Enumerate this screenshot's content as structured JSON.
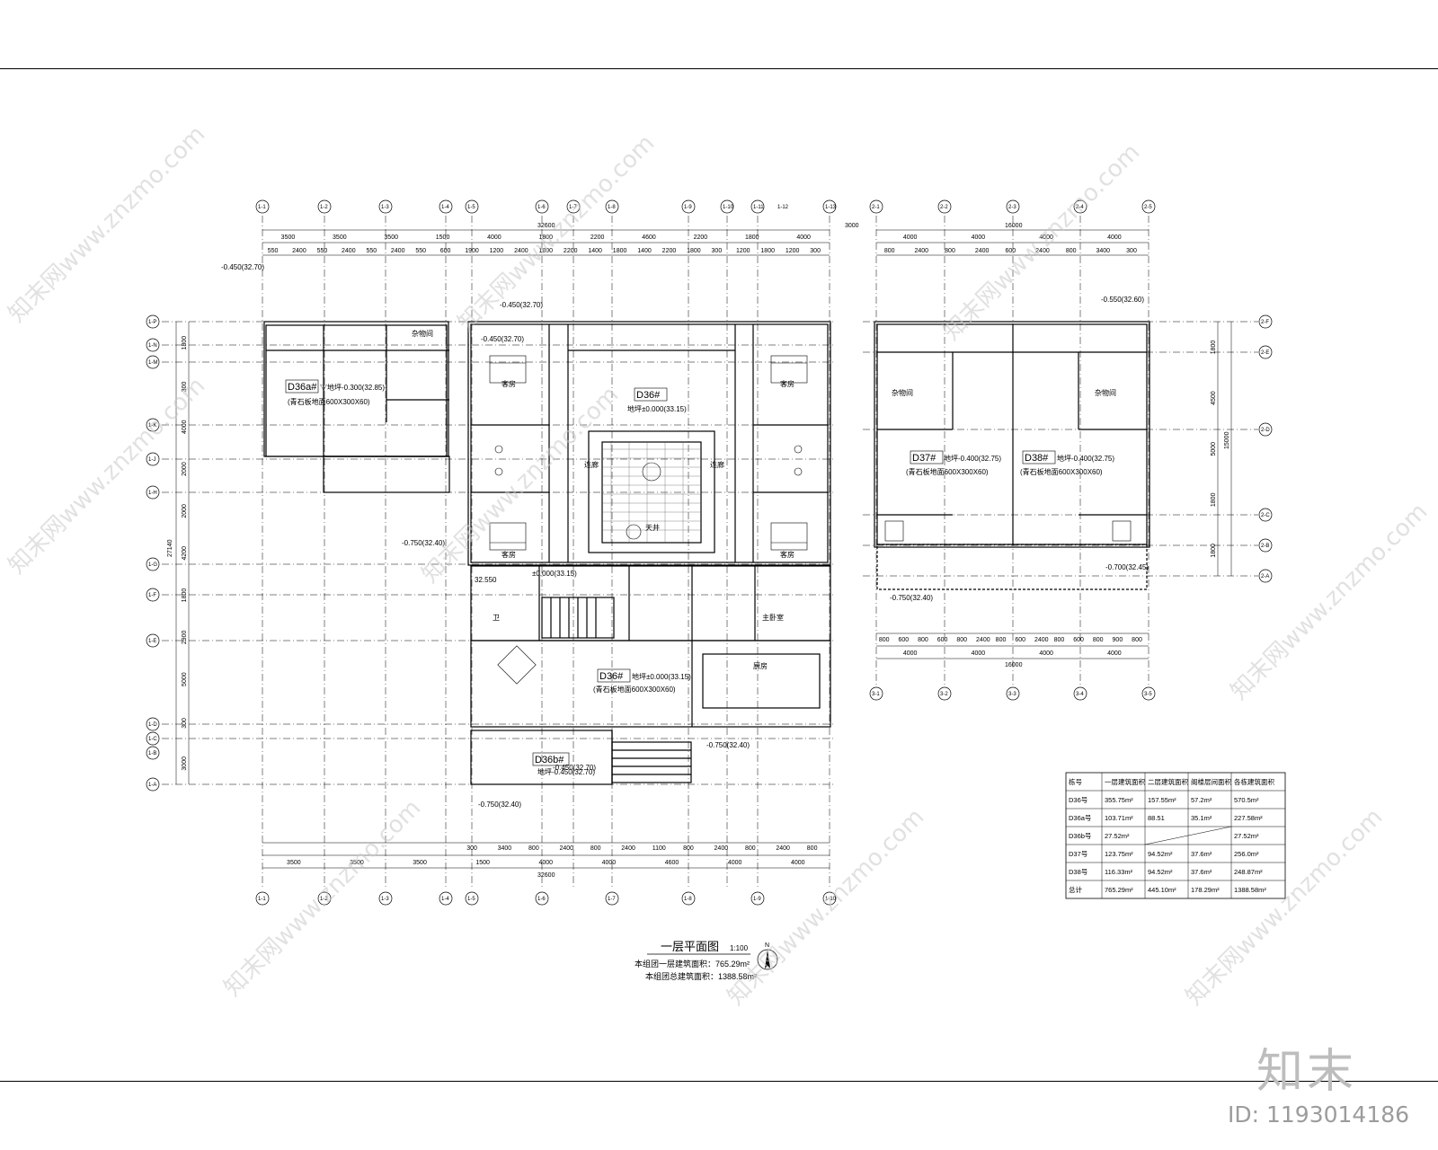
{
  "drawing": {
    "units": {
      "d36a": {
        "tag": "D36a#",
        "floor_level": "▽地坪-0.300(32.85)",
        "floor_finish": "(青石板地面600X300X60)"
      },
      "d36_upper": {
        "tag": "D36#",
        "floor_level": "地坪±0.000(33.15)"
      },
      "d36_lower": {
        "tag": "D36#",
        "floor_level": "地坪±0.000(33.15)",
        "floor_finish": "(青石板地面600X300X60)"
      },
      "d36b": {
        "tag": "D36b#",
        "floor_level": "地坪-0.450(32.70)"
      },
      "d37": {
        "tag": "D37#",
        "floor_level": "地坪-0.400(32.75)",
        "floor_finish": "(青石板地面600X300X60)"
      },
      "d38": {
        "tag": "D38#",
        "floor_level": "地坪-0.400(32.75)",
        "floor_finish": "(青石板地面600X300X60)"
      }
    },
    "rooms": {
      "guest": "客房",
      "storage": "杂物间",
      "master": "主卧室",
      "bath": "卫",
      "courtyard": "天井",
      "kitchen": "厨房",
      "corridor": "连廊"
    },
    "levels": {
      "l1": "-0.450(32.70)",
      "l2": "-0.450(32.70)",
      "l3": "-0.450(32.70)",
      "l4": "±0.000(33.15)",
      "l5": "-0.750(32.40)",
      "l6": "-0.750(32.40)",
      "l7": "-0.750(32.40)",
      "l8": "-0.550(32.60)",
      "l9": "-0.700(32.45)",
      "l10": "-0.750(32.40)",
      "l11": "-0.450(32.70)",
      "l12": "32.550"
    },
    "top_dims_left": [
      "3500",
      "3500",
      "3500",
      "1500",
      "4000",
      "1800",
      "2200",
      "4600",
      "2200",
      "1800",
      "4000"
    ],
    "top_total_left": "32600",
    "gap_dim": "3000",
    "top_dims_right": [
      "4000",
      "4000",
      "4000",
      "4000"
    ],
    "top_total_right": "16000",
    "sub_dims_left": [
      "550",
      "2400",
      "550",
      "2400",
      "550",
      "2400",
      "550",
      "600",
      "1900",
      "1200",
      "2400",
      "1800",
      "2200",
      "1400",
      "1800",
      "1400",
      "2200",
      "1800",
      "300",
      "1200",
      "1800",
      "1200",
      "300"
    ],
    "sub_dims_right": [
      "800",
      "2400",
      "800",
      "2400",
      "600",
      "2400",
      "800",
      "3400",
      "300"
    ],
    "bottom_dims_left": [
      "3500",
      "3500",
      "3500",
      "1500",
      "4000",
      "4000",
      "4600",
      "4000",
      "4000"
    ],
    "bottom_total_left": "32600",
    "bottom_sub_left": [
      "300",
      "3400",
      "800",
      "2400",
      "800",
      "2400",
      "1100",
      "800",
      "2400",
      "800",
      "2400",
      "800"
    ],
    "right_bottom_dims": [
      "4000",
      "4000",
      "4000",
      "4000"
    ],
    "right_bottom_total": "16000",
    "right_bottom_sub": [
      "800",
      "600",
      "800",
      "600",
      "800",
      "2400",
      "800",
      "600",
      "2400",
      "800",
      "600",
      "800",
      "900",
      "800"
    ],
    "left_vert_dims": [
      "1800",
      "300",
      "4000",
      "2000",
      "2000",
      "4200",
      "1800",
      "2900",
      "5000",
      "300",
      "3000"
    ],
    "left_vert_total": "27140",
    "right_vert_dims": [
      "1800",
      "4500",
      "5000",
      "1800",
      "1800"
    ],
    "right_vert_total": "15000",
    "axes_left_top": [
      "1-1",
      "1-2",
      "1-3",
      "1-4",
      "1-5",
      "1-6",
      "1-7",
      "1-8",
      "1-9",
      "1-10",
      "1-11",
      "1-12",
      "1-13"
    ],
    "axes_right_top": [
      "2-1",
      "2-2",
      "2-3",
      "2-4",
      "2-5"
    ],
    "axes_right_bottom": [
      "3-1",
      "3-2",
      "3-3",
      "3-4",
      "3-5"
    ],
    "axes_left_side": [
      "1-P",
      "1-N",
      "1-M",
      "1-K",
      "1-J",
      "1-H",
      "1-G",
      "1-F",
      "1-E",
      "1-D",
      "1-C",
      "1-B",
      "1-A"
    ],
    "axes_right_side": [
      "2-F",
      "2-E",
      "2-D",
      "2-C",
      "2-B",
      "2-A"
    ],
    "title": {
      "main": "一层平面图",
      "scale": "1:100",
      "note1": "本组团一层建筑面积：765.29m²",
      "note2": "本组团总建筑面积：1388.58m²",
      "north": "N"
    },
    "area_table": {
      "headers": [
        "栋号",
        "一层建筑面积",
        "二层建筑面积",
        "阁楼层间面积",
        "各栋建筑面积"
      ],
      "rows": [
        [
          "D36号",
          "355.75m²",
          "157.55m²",
          "57.2m²",
          "570.5m²"
        ],
        [
          "D36a号",
          "103.71m²",
          "88.51",
          "35.1m²",
          "227.58m²"
        ],
        [
          "D36b号",
          "27.52m²",
          "",
          "",
          "27.52m²"
        ],
        [
          "D37号",
          "123.75m²",
          "94.52m²",
          "37.6m²",
          "256.0m²"
        ],
        [
          "D38号",
          "116.33m²",
          "94.52m²",
          "37.6m²",
          "248.87m²"
        ],
        [
          "总计",
          "765.29m²",
          "445.10m²",
          "178.29m²",
          "1388.58m²"
        ]
      ]
    },
    "watermark": "知末网www.znzmo.com"
  },
  "brand": {
    "logo": "知末",
    "id": "ID: 1193014186"
  }
}
